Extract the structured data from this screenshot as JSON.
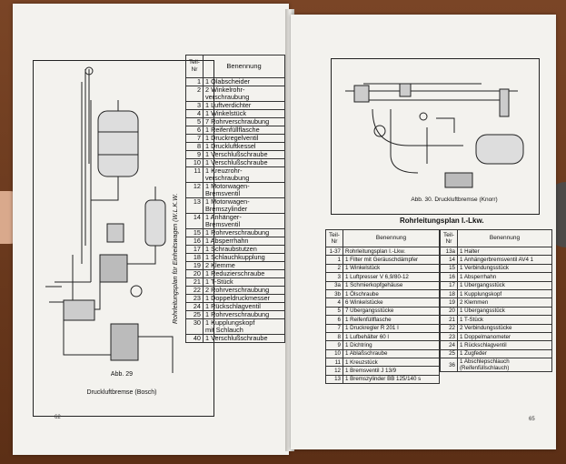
{
  "left_page": {
    "table_header": {
      "num": "Teil-Nr",
      "name": "Benennung"
    },
    "rows": [
      {
        "num": "1",
        "name": "1 Ölabscheider"
      },
      {
        "num": "2",
        "name": "2 Winkelrohr-\nverschraubung"
      },
      {
        "num": "3",
        "name": "1 Luftverdichter"
      },
      {
        "num": "4",
        "name": "1 Winkelstück"
      },
      {
        "num": "5",
        "name": "7 Rohrverschraubung"
      },
      {
        "num": "6",
        "name": "1 Reifenfüllflasche"
      },
      {
        "num": "7",
        "name": "1 Druckregelventil"
      },
      {
        "num": "8",
        "name": "1 Druckluftkessel"
      },
      {
        "num": "9",
        "name": "1 Verschlußschraube"
      },
      {
        "num": "10",
        "name": "1 Verschlußschraube"
      },
      {
        "num": "11",
        "name": "1 Kreuzrohr-\nverschraubung"
      },
      {
        "num": "12",
        "name": "1 Motorwagen-\nBremsventil"
      },
      {
        "num": "13",
        "name": "1 Motorwagen-\nBremszylinder"
      },
      {
        "num": "14",
        "name": "1 Anhänger-\nBremsventil"
      },
      {
        "num": "15",
        "name": "1 Rohrverschraubung"
      },
      {
        "num": "16",
        "name": "1 Absperrhahn"
      },
      {
        "num": "17",
        "name": "1 Schraubstutzen"
      },
      {
        "num": "18",
        "name": "1 Schlauchkupplung"
      },
      {
        "num": "19",
        "name": "2 Klemme"
      },
      {
        "num": "20",
        "name": "1 Reduzierschraube"
      },
      {
        "num": "21",
        "name": "1 T-Stück"
      },
      {
        "num": "22",
        "name": "2 Rohrverschraubung"
      },
      {
        "num": "23",
        "name": "1 Doppeldruckmesser"
      },
      {
        "num": "24",
        "name": "1 Rückschlagventil"
      },
      {
        "num": "25",
        "name": "1 Rohrverschraubung"
      },
      {
        "num": "30",
        "name": "1 Kupplungskopf\nmit Schlauch"
      },
      {
        "num": "40",
        "name": "1 Verschlußschraube"
      }
    ],
    "vertical_title": "Rohrleitungsplan für Einheitswagen (W.L.K.W.",
    "figure_label": "Abb. 29",
    "figure_caption": "Druckluftbremse (Bosch)",
    "page_number": "62"
  },
  "right_page": {
    "figure_caption": "Abb. 30.  Druckluftbremse (Knorr)",
    "heading": "Rohrleitungsplan I.-Lkw.",
    "header": {
      "num": "Teil-\nNr",
      "name": "Benennung"
    },
    "table_left": [
      {
        "num": "1-37",
        "name": "Rohrleitungsplan I.-Lkw."
      },
      {
        "num": "1",
        "name": "1 Filter mit Geräuschdämpfer"
      },
      {
        "num": "2",
        "name": "1 Winkelstück"
      },
      {
        "num": "3",
        "name": "1 Luftpresser V 6,9/80-12"
      },
      {
        "num": "3a",
        "name": "1 Schmierkopfgehäuse"
      },
      {
        "num": "3b",
        "name": "1 Ölschraube"
      },
      {
        "num": "4",
        "name": "6 Winkelstücke"
      },
      {
        "num": "5",
        "name": "7 Übergangsstücke"
      },
      {
        "num": "6",
        "name": "1 Reifenfüllflasche"
      },
      {
        "num": "7",
        "name": "1 Druckregler R 201 I"
      },
      {
        "num": "8",
        "name": "1 Lufbehälter 60 l"
      },
      {
        "num": "9",
        "name": "1 Dichtring"
      },
      {
        "num": "10",
        "name": "1 Ablaßschraube"
      },
      {
        "num": "11",
        "name": "1 Kreuzstück"
      },
      {
        "num": "12",
        "name": "1 Bremsventil J 13/9"
      },
      {
        "num": "13",
        "name": "1 Bremszylinder BB 125/140 s"
      }
    ],
    "table_right": [
      {
        "num": "13a",
        "name": "1 Halter"
      },
      {
        "num": "14",
        "name": "1 Anhängerbremsventil AV4 1"
      },
      {
        "num": "15",
        "name": "1 Verbindungsstück"
      },
      {
        "num": "16",
        "name": "1 Absperrhahn"
      },
      {
        "num": "17",
        "name": "1 Übergangsstück"
      },
      {
        "num": "18",
        "name": "1 Kupplungskopf"
      },
      {
        "num": "19",
        "name": "2 Klemmen"
      },
      {
        "num": "20",
        "name": "1 Übergangsstück"
      },
      {
        "num": "21",
        "name": "1 T-Stück"
      },
      {
        "num": "22",
        "name": "2 Verbindungsstücke"
      },
      {
        "num": "23",
        "name": "1 Doppelmanometer"
      },
      {
        "num": "24",
        "name": "1 Rückschlagventil"
      },
      {
        "num": "25",
        "name": "1 Zugfeder"
      },
      {
        "num": "36",
        "name": "1 Abschlepschlauch\n(Reifenfüllschlauch)"
      }
    ],
    "page_number": "65"
  }
}
